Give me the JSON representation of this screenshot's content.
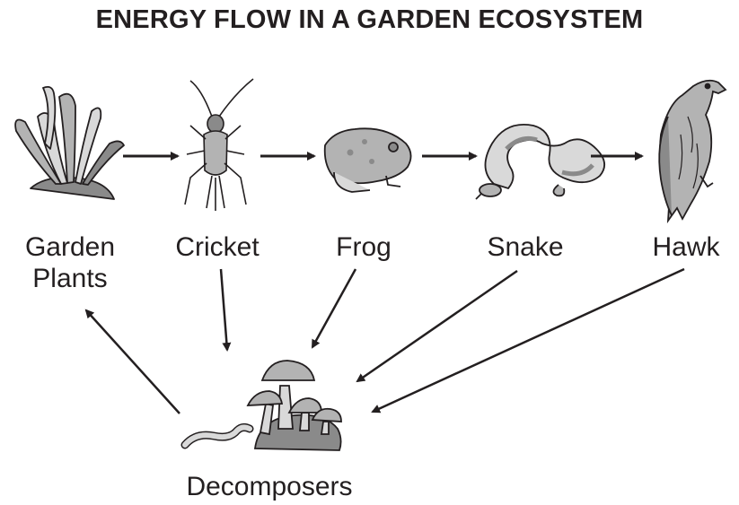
{
  "title": "ENERGY FLOW IN A GARDEN ECOSYSTEM",
  "organisms": {
    "plants": [
      "Garden",
      "Plants"
    ],
    "cricket": "Cricket",
    "frog": "Frog",
    "snake": "Snake",
    "hawk": "Hawk",
    "decomposers": "Decomposers"
  },
  "flows": [
    {
      "from": "Garden Plants",
      "to": "Cricket"
    },
    {
      "from": "Cricket",
      "to": "Frog"
    },
    {
      "from": "Frog",
      "to": "Snake"
    },
    {
      "from": "Snake",
      "to": "Hawk"
    },
    {
      "from": "Cricket",
      "to": "Decomposers"
    },
    {
      "from": "Frog",
      "to": "Decomposers"
    },
    {
      "from": "Snake",
      "to": "Decomposers"
    },
    {
      "from": "Hawk",
      "to": "Decomposers"
    },
    {
      "from": "Decomposers",
      "to": "Garden Plants"
    }
  ],
  "colors": {
    "ink": "#231f20",
    "fill_light": "#d9d9d9",
    "fill_mid": "#b3b3b3",
    "fill_dark": "#8a8a8a"
  },
  "icons": [
    "garden-plants-icon",
    "cricket-icon",
    "frog-icon",
    "snake-icon",
    "hawk-icon",
    "mushrooms-icon",
    "earthworm-icon"
  ]
}
